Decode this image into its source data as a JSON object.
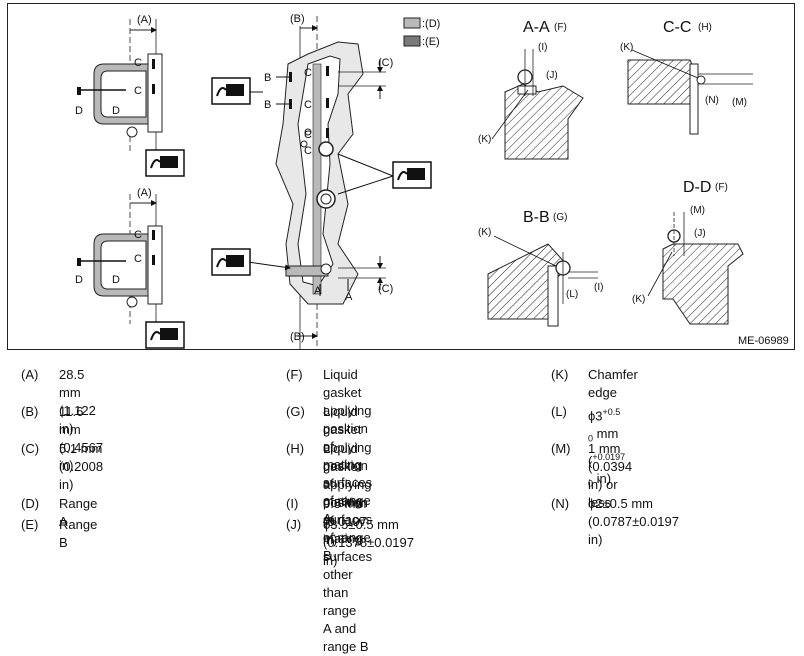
{
  "figure": {
    "code": "ME-06989",
    "legend_swatches": [
      {
        "label": ":(D)",
        "color": "#b9b9b9"
      },
      {
        "label": ":(E)",
        "color": "#7a7a7a"
      }
    ],
    "view_titles": {
      "aa": "A-A",
      "aa_ref": "(F)",
      "cc": "C-C",
      "cc_ref": "(H)",
      "bb": "B-B",
      "bb_ref": "(G)",
      "dd": "D-D",
      "dd_ref": "(F)"
    },
    "labels": {
      "A": "(A)",
      "B": "(B)",
      "C": "(C)",
      "I": "(I)",
      "J": "(J)",
      "K": "(K)",
      "L": "(L)",
      "M": "(M)",
      "N": "(N)",
      "D": "D",
      "C_letter": "C",
      "B_letter": "B",
      "A_letter": "A"
    },
    "icon": "liquid-gasket-tube-icon"
  },
  "legend": {
    "col1": [
      {
        "key": "(A)",
        "text": "28.5 mm (1.122 in)"
      },
      {
        "key": "(B)",
        "text": "11.6 mm (0.4567 in)"
      },
      {
        "key": "(C)",
        "text": "5.1 mm (0.2008 in)"
      },
      {
        "key": "(D)",
        "text": "Range A"
      },
      {
        "key": "(E)",
        "text": "Range B"
      }
    ],
    "col2": [
      {
        "key": "(F)",
        "text": "Liquid gasket applying position of\nmating surfaces of range A"
      },
      {
        "key": "(G)",
        "text": "Liquid gasket applying position of\nmating surfaces of range B"
      },
      {
        "key": "(H)",
        "text": "Liquid gasket applying position of\nmating surfaces other than range\nA and range B"
      },
      {
        "key": "(I)",
        "text": "0.5 mm (0.0197 in)"
      },
      {
        "key": "(J)",
        "text": "ϕ3.5±0.5 mm (0.1378±0.0197 in)"
      }
    ],
    "col3": [
      {
        "key": "(K)",
        "text": "Chamfer edge"
      },
      {
        "key": "(L)",
        "phi": "ϕ3",
        "sup1": "+0.5",
        "sub1": "0",
        "mid": " mm (",
        "sup2": "+0.0197",
        "sub2": "0",
        "end": " in)"
      },
      {
        "key": "(M)",
        "text": "1 mm (0.0394 in) or less"
      },
      {
        "key": "(N)",
        "text": "ϕ2±0.5 mm (0.0787±0.0197 in)"
      }
    ]
  }
}
